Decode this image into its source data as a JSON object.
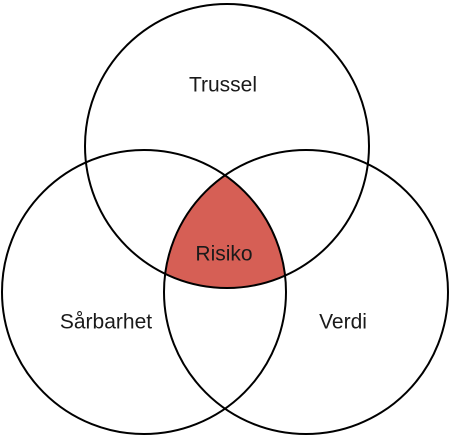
{
  "diagram": {
    "type": "venn",
    "sets": [
      {
        "id": "trussel",
        "label": "Trussel"
      },
      {
        "id": "sarbarhet",
        "label": "Sårbarhet"
      },
      {
        "id": "verdi",
        "label": "Verdi"
      }
    ],
    "intersection": {
      "label": "Risiko",
      "sets": [
        "trussel",
        "sarbarhet",
        "verdi"
      ],
      "fill_color": "#d65f55"
    },
    "stroke_color": "#000000",
    "background_color": "#ffffff"
  }
}
